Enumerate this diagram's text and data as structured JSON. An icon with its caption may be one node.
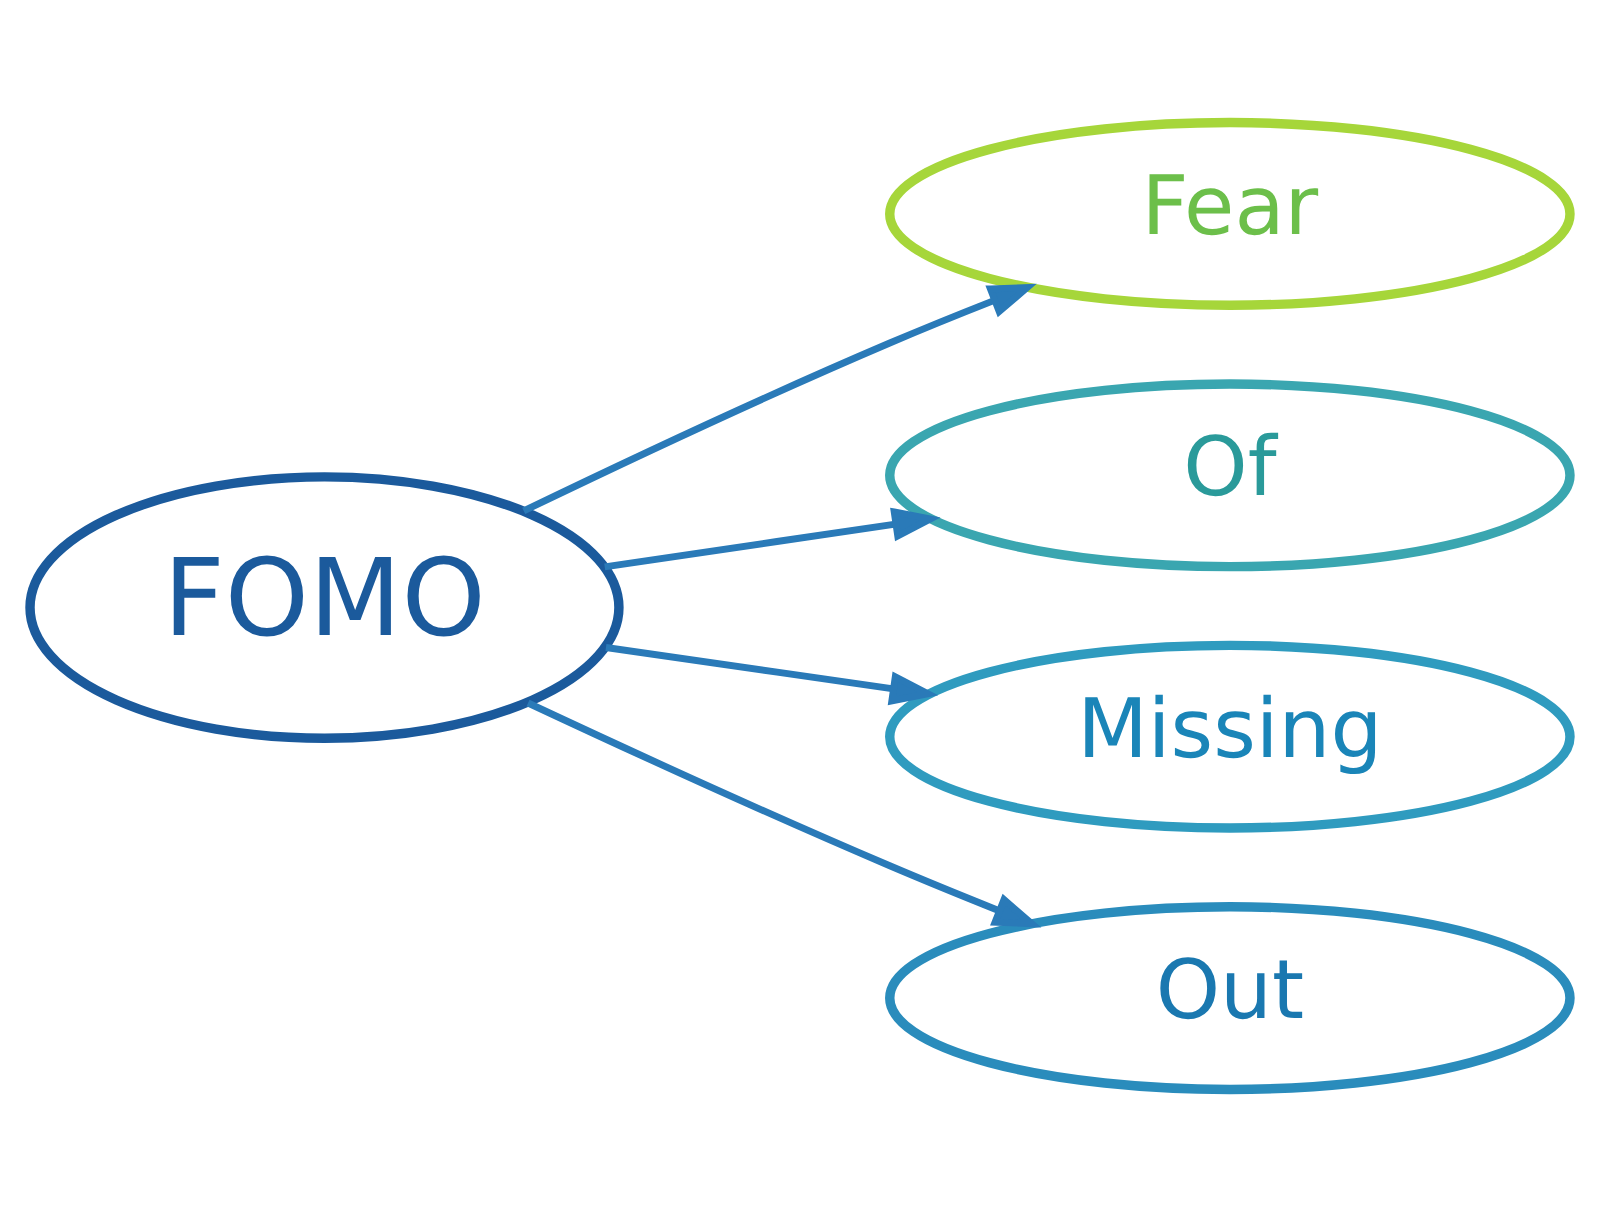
{
  "diagram": {
    "nodes": [
      {
        "text": [
          "FOMO"
        ]
      },
      {
        "text": [
          "Fear"
        ]
      },
      {
        "text": [
          "Of"
        ]
      },
      {
        "text": [
          "Missing"
        ]
      },
      {
        "text": [
          "Out"
        ]
      }
    ],
    "edges": [
      {
        "from": 0,
        "to": 1,
        "arrow": "to"
      },
      {
        "from": 0,
        "to": 2,
        "arrow": "to"
      },
      {
        "from": 0,
        "to": 3,
        "arrow": "to"
      },
      {
        "from": 0,
        "to": 4,
        "arrow": "to"
      }
    ]
  }
}
